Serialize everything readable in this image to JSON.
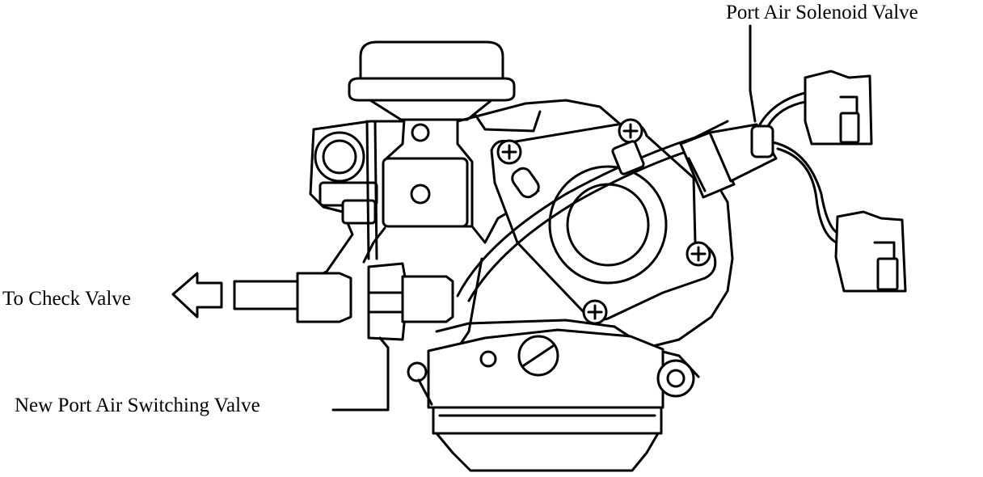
{
  "labels": {
    "port_air_solenoid_valve": "Port Air Solenoid Valve",
    "to_check_valve": "To Check Valve",
    "new_port_air_switching_valve": "New Port Air Switching Valve"
  },
  "colors": {
    "ink": "#000000",
    "background": "#ffffff"
  }
}
